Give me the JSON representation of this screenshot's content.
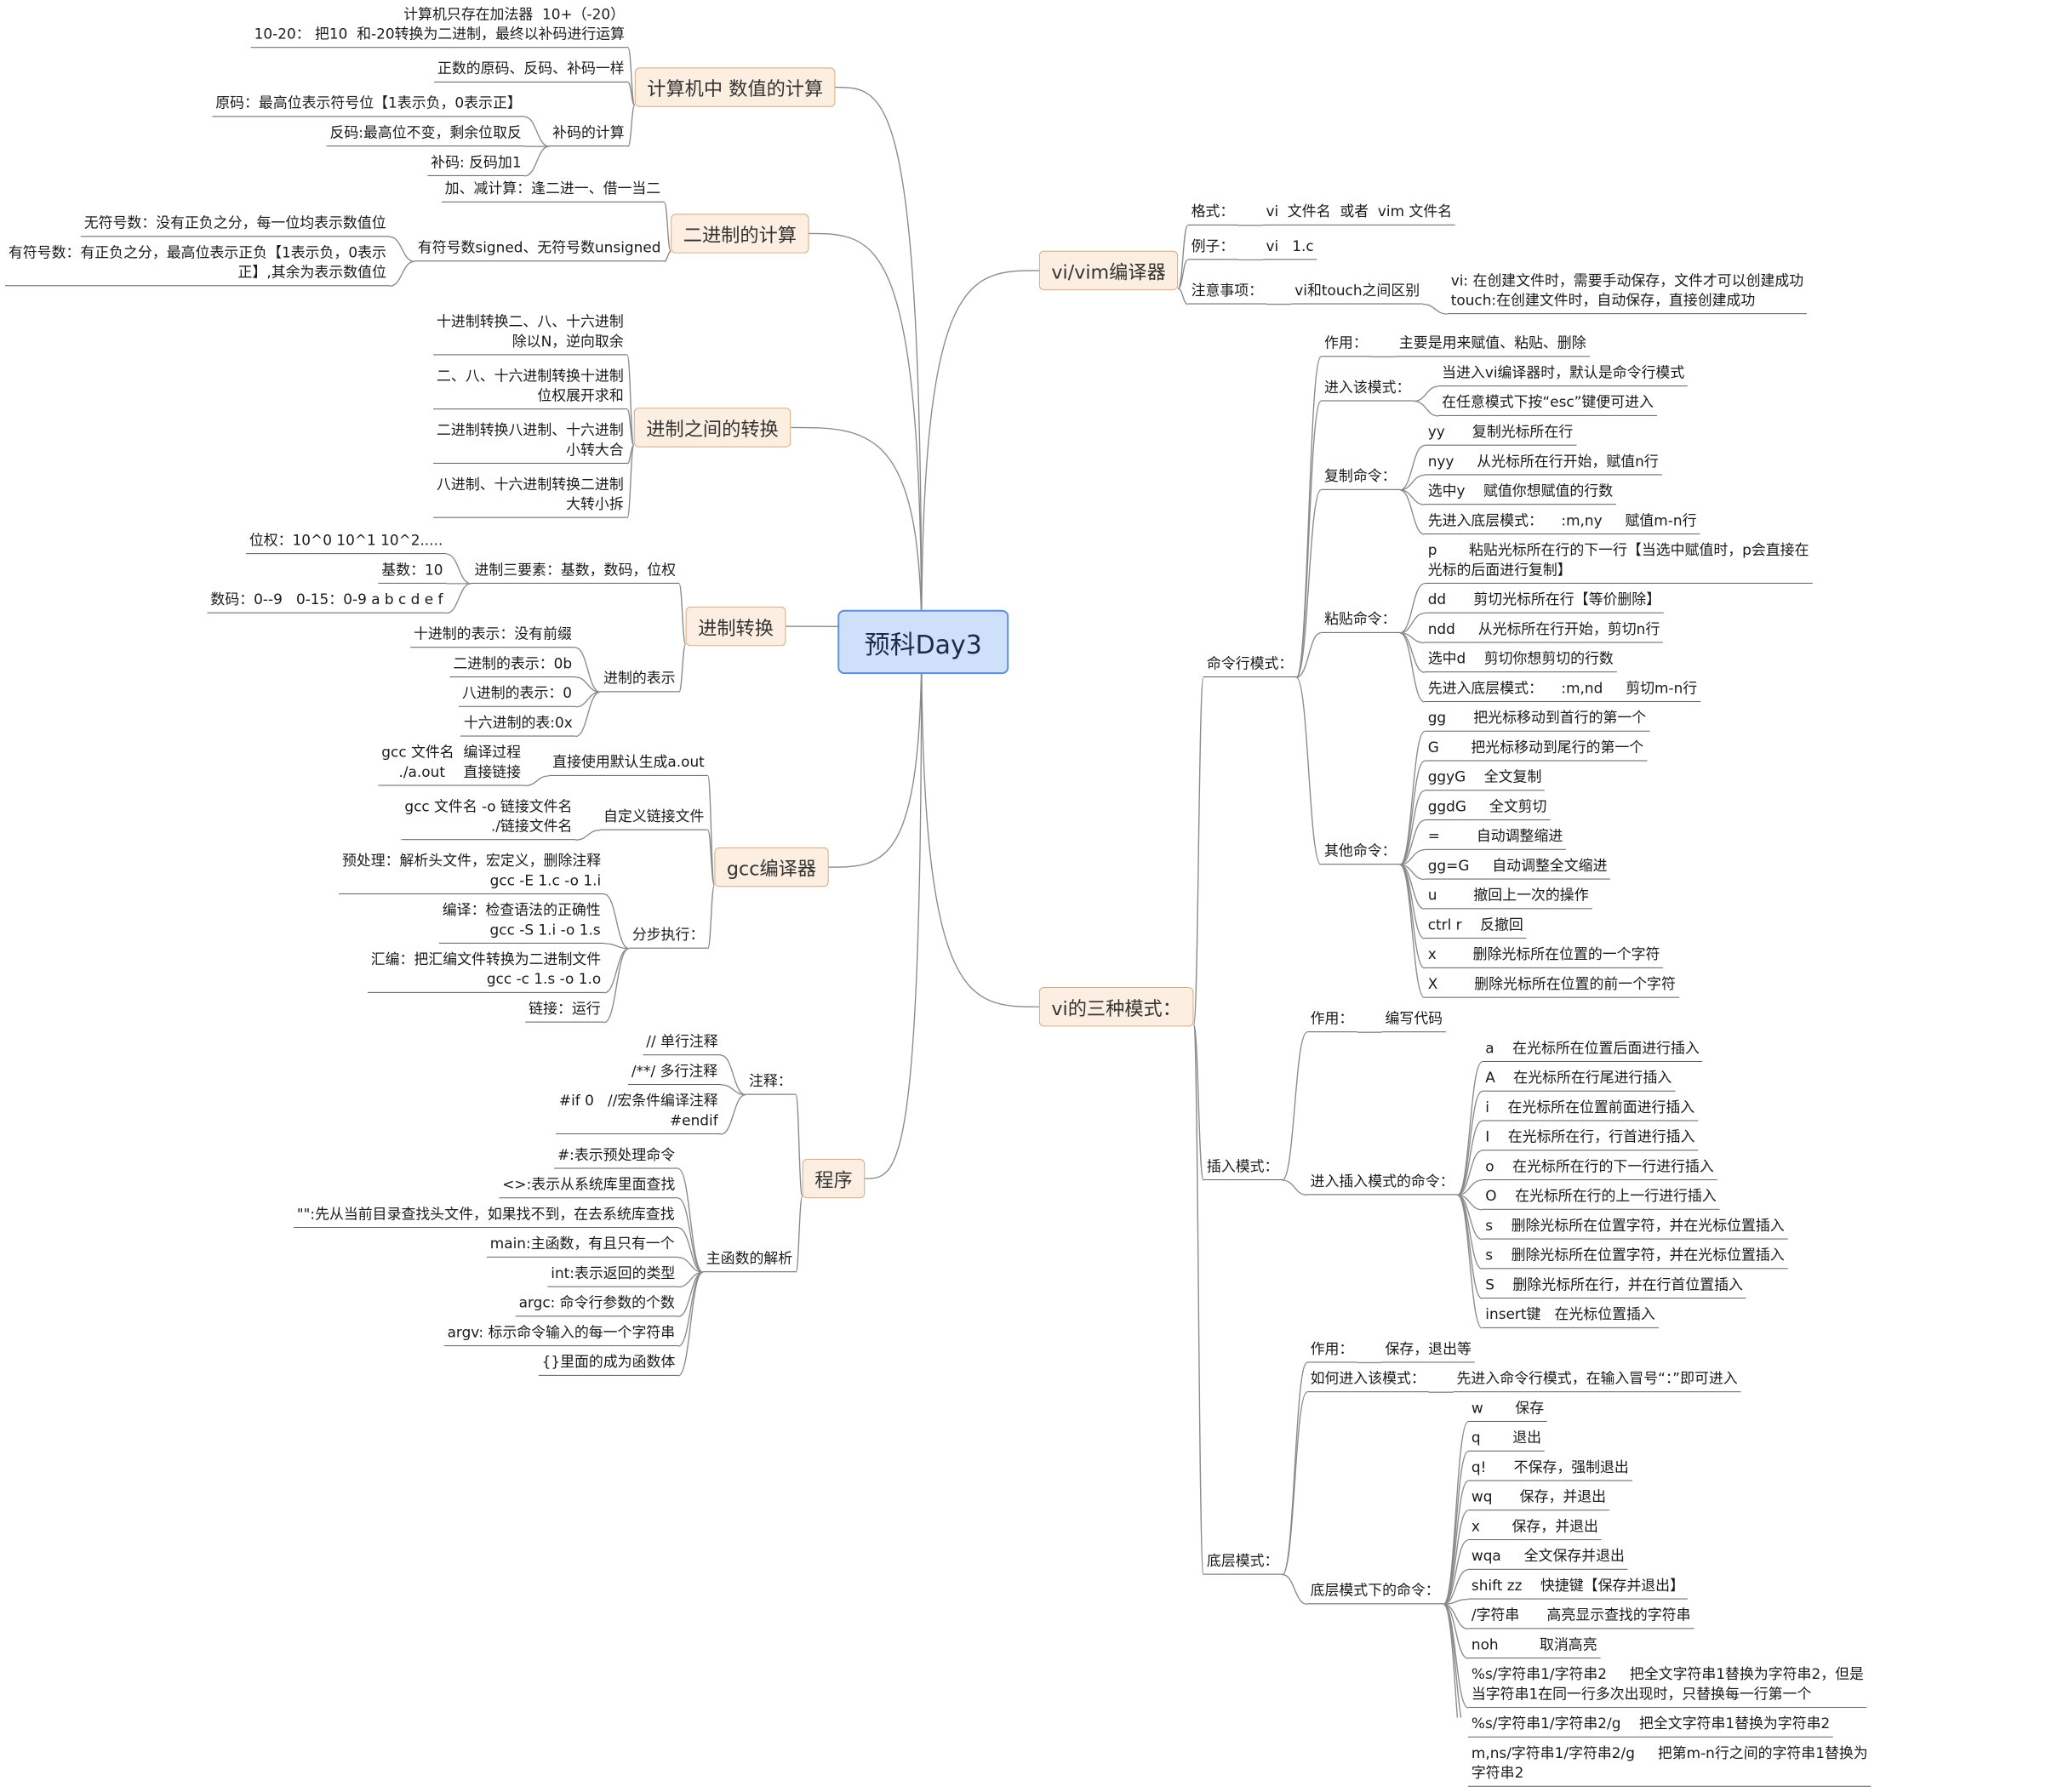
{
  "center": "预科Day3",
  "colors": {
    "line": "#8a8a8a",
    "topic_fill": "#fcefe2",
    "topic_border": "#d9a77d",
    "center_fill": "#cfe0fb",
    "center_border": "#5b8fd7"
  },
  "left": [
    {
      "title": "计算机中 数值的计算",
      "items": [
        {
          "text": "计算机只存在加法器  10+（-20）\n10-20： 把10  和-20转换为二进制，最终以补码进行运算"
        },
        {
          "text": "正数的原码、反码、补码一样"
        },
        {
          "text": "补码的计算",
          "children": [
            {
              "text": "原码：最高位表示符号位【1表示负，0表示正】"
            },
            {
              "text": "反码:最高位不变，剩余位取反"
            },
            {
              "text": "补码: 反码加1"
            }
          ]
        }
      ]
    },
    {
      "title": "二进制的计算",
      "items": [
        {
          "text": "加、减计算：逢二进一、借一当二"
        },
        {
          "text": "有符号数signed、无符号数unsigned",
          "children": [
            {
              "text": "无符号数：没有正负之分，每一位均表示数值位"
            },
            {
              "text": "有符号数：有正负之分，最高位表示正负【1表示负，0表示\n正】,其余为表示数值位"
            }
          ]
        }
      ]
    },
    {
      "title": "进制之间的转换",
      "items": [
        {
          "text": "十进制转换二、八、十六进制\n除以N，逆向取余"
        },
        {
          "text": "二、八、十六进制转换十进制\n位权展开求和"
        },
        {
          "text": "二进制转换八进制、十六进制\n小转大合"
        },
        {
          "text": "八进制、十六进制转换二进制\n大转小拆"
        }
      ]
    },
    {
      "title": "进制转换",
      "items": [
        {
          "text": "进制三要素：基数，数码，位权",
          "children": [
            {
              "text": "位权：10^0 10^1 10^2....."
            },
            {
              "text": "基数：10"
            },
            {
              "text": "数码：0--9   0-15：0-9 a b c d e f"
            }
          ]
        },
        {
          "text": "进制的表示",
          "children": [
            {
              "text": "十进制的表示：没有前缀"
            },
            {
              "text": "二进制的表示：0b"
            },
            {
              "text": "八进制的表示：0"
            },
            {
              "text": "十六进制的表:0x"
            }
          ]
        }
      ]
    },
    {
      "title": "gcc编译器",
      "items": [
        {
          "text": "直接使用默认生成a.out",
          "children": [
            {
              "text": "gcc 文件名  编译过程\n./a.out    直接链接"
            }
          ]
        },
        {
          "text": "自定义链接文件",
          "children": [
            {
              "text": "gcc 文件名 -o 链接文件名\n ./链接文件名"
            }
          ]
        },
        {
          "text": "分步执行：",
          "children": [
            {
              "text": "预处理：解析头文件，宏定义，删除注释\ngcc -E 1.c -o 1.i"
            },
            {
              "text": "编译：检查语法的正确性\ngcc -S 1.i -o 1.s"
            },
            {
              "text": "汇编：把汇编文件转换为二进制文件\ngcc -c 1.s -o 1.o"
            },
            {
              "text": "链接：运行"
            }
          ]
        }
      ]
    },
    {
      "title": "程序",
      "items": [
        {
          "text": "注释：",
          "children": [
            {
              "text": "// 单行注释"
            },
            {
              "text": "/**/ 多行注释"
            },
            {
              "text": "#if 0   //宏条件编译注释\n#endif"
            }
          ]
        },
        {
          "text": "主函数的解析",
          "children": [
            {
              "text": "#:表示预处理命令"
            },
            {
              "text": "<>:表示从系统库里面查找"
            },
            {
              "text": "\"\":先从当前目录查找头文件，如果找不到，在去系统库查找"
            },
            {
              "text": "main:主函数，有且只有一个"
            },
            {
              "text": "int:表示返回的类型"
            },
            {
              "text": "argc: 命令行参数的个数"
            },
            {
              "text": "argv: 标示命令输入的每一个字符串"
            },
            {
              "text": "{}里面的成为函数体"
            }
          ]
        }
      ]
    }
  ],
  "right": [
    {
      "title": "vi/vim编译器",
      "items": [
        {
          "text": "格式：",
          "children": [
            {
              "text": "vi  文件名  或者  vim 文件名"
            }
          ]
        },
        {
          "text": "例子：",
          "children": [
            {
              "text": "vi   1.c"
            }
          ]
        },
        {
          "text": "注意事项：",
          "children": [
            {
              "text": "vi和touch之间区别",
              "children": [
                {
                  "text": "vi: 在创建文件时，需要手动保存，文件才可以创建成功\ntouch:在创建文件时，自动保存，直接创建成功"
                }
              ]
            }
          ]
        }
      ]
    },
    {
      "title": "vi的三种模式：",
      "items": [
        {
          "text": "命令行模式：",
          "children": [
            {
              "text": "作用：",
              "children": [
                {
                  "text": "主要是用来赋值、粘贴、删除"
                }
              ]
            },
            {
              "text": "进入该模式：",
              "children": [
                {
                  "text": "当进入vi编译器时，默认是命令行模式"
                },
                {
                  "text": "在任意模式下按“esc”键便可进入"
                }
              ]
            },
            {
              "text": "复制命令：",
              "children": [
                {
                  "text": "yy      复制光标所在行"
                },
                {
                  "text": "nyy     从光标所在行开始，赋值n行"
                },
                {
                  "text": "选中y    赋值你想赋值的行数"
                },
                {
                  "text": "先进入底层模式：    :m,ny     赋值m-n行"
                }
              ]
            },
            {
              "text": "粘贴命令：",
              "children": [
                {
                  "text": "p       粘贴光标所在行的下一行【当选中赋值时，p会直接在\n光标的后面进行复制】"
                },
                {
                  "text": "dd      剪切光标所在行【等价删除】"
                },
                {
                  "text": "ndd     从光标所在行开始，剪切n行"
                },
                {
                  "text": "选中d    剪切你想剪切的行数"
                },
                {
                  "text": "先进入底层模式：    :m,nd     剪切m-n行"
                }
              ]
            },
            {
              "text": "其他命令：",
              "children": [
                {
                  "text": "gg      把光标移动到首行的第一个"
                },
                {
                  "text": "G       把光标移动到尾行的第一个"
                },
                {
                  "text": "ggyG    全文复制"
                },
                {
                  "text": "ggdG     全文剪切"
                },
                {
                  "text": "=        自动调整缩进"
                },
                {
                  "text": "gg=G     自动调整全文缩进"
                },
                {
                  "text": "u        撤回上一次的操作"
                },
                {
                  "text": "ctrl r    反撤回"
                },
                {
                  "text": "x        删除光标所在位置的一个字符"
                },
                {
                  "text": "X        删除光标所在位置的前一个字符"
                }
              ]
            }
          ]
        },
        {
          "text": "插入模式：",
          "children": [
            {
              "text": "作用：",
              "children": [
                {
                  "text": "编写代码"
                }
              ]
            },
            {
              "text": "进入插入模式的命令：",
              "children": [
                {
                  "text": "a    在光标所在位置后面进行插入"
                },
                {
                  "text": "A    在光标所在行尾进行插入"
                },
                {
                  "text": "i    在光标所在位置前面进行插入"
                },
                {
                  "text": "I    在光标所在行，行首进行插入"
                },
                {
                  "text": "o    在光标所在行的下一行进行插入"
                },
                {
                  "text": "O    在光标所在行的上一行进行插入"
                },
                {
                  "text": "s    删除光标所在位置字符，并在光标位置插入"
                },
                {
                  "text": "s    删除光标所在位置字符，并在光标位置插入"
                },
                {
                  "text": "S    删除光标所在行，并在行首位置插入"
                },
                {
                  "text": "insert键   在光标位置插入"
                }
              ]
            }
          ]
        },
        {
          "text": "底层模式：",
          "children": [
            {
              "text": "作用：",
              "children": [
                {
                  "text": "保存，退出等"
                }
              ]
            },
            {
              "text": "如何进入该模式：",
              "children": [
                {
                  "text": "先进入命令行模式，在输入冒号“：”即可进入"
                }
              ]
            },
            {
              "text": "底层模式下的命令：",
              "children": [
                {
                  "text": "w       保存"
                },
                {
                  "text": "q       退出"
                },
                {
                  "text": "q!      不保存，强制退出"
                },
                {
                  "text": "wq      保存，并退出"
                },
                {
                  "text": "x       保存，并退出"
                },
                {
                  "text": "wqa     全文保存并退出"
                },
                {
                  "text": "shift zz    快捷键【保存并退出】"
                },
                {
                  "text": "/字符串      高亮显示查找的字符串"
                },
                {
                  "text": "noh         取消高亮"
                },
                {
                  "text": "%s/字符串1/字符串2     把全文字符串1替换为字符串2，但是\n当字符串1在同一行多次出现时，只替换每一行第一个"
                },
                {
                  "text": "%s/字符串1/字符串2/g    把全文字符串1替换为字符串2"
                },
                {
                  "text": "m,ns/字符串1/字符串2/g     把第m-n行之间的字符串1替换为\n字符串2"
                }
              ]
            }
          ]
        }
      ]
    }
  ]
}
